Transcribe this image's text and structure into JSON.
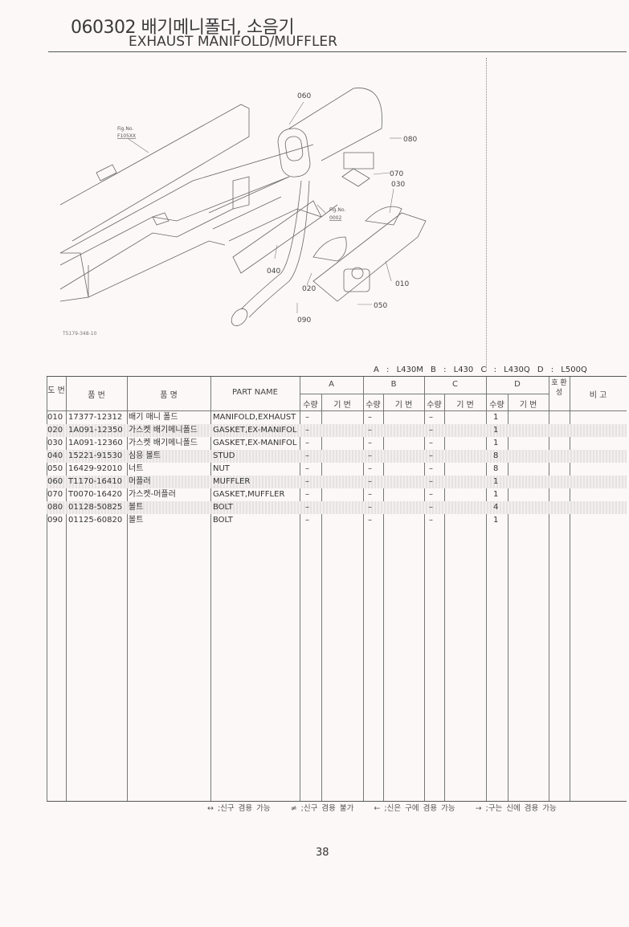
{
  "header": {
    "code_title": "060302 배기메니폴더, 소음기",
    "english_title": "EXHAUST MANIFOLD/MUFFLER"
  },
  "diagram": {
    "callouts": [
      "060",
      "080",
      "070",
      "030",
      "010",
      "050",
      "090",
      "020",
      "040"
    ],
    "fig_ref_1": {
      "label": "Fig.No.",
      "value": "F105XX"
    },
    "fig_ref_2": {
      "label": "Fig.No.",
      "value": "0002"
    },
    "figure_code": "T5179-348-10"
  },
  "models_legend": "A : L430M   B : L430   C : L430Q   D : L500Q",
  "table": {
    "headers": {
      "no": "도 번",
      "part_no": "품  번",
      "part_name_kr": "품     명",
      "part_name": "PART NAME",
      "groups": [
        "A",
        "B",
        "C",
        "D"
      ],
      "qty": "수량",
      "serial": "기 번",
      "interchange": "호 환 성",
      "remarks": "비  고"
    },
    "rows": [
      {
        "no": "010",
        "part_no": "17377-12312",
        "name_kr": "배기 매니 폴드",
        "name": "MANIFOLD,EXHAUST",
        "a": "–",
        "b": "–",
        "c": "–",
        "d": "1"
      },
      {
        "no": "020",
        "part_no": "1A091-12350",
        "name_kr": "가스켓 배기메니폴드",
        "name": "GASKET,EX-MANIFOL",
        "a": "–",
        "b": "–",
        "c": "–",
        "d": "1"
      },
      {
        "no": "030",
        "part_no": "1A091-12360",
        "name_kr": "가스켓 배기메니폴드",
        "name": "GASKET,EX-MANIFOL",
        "a": "–",
        "b": "–",
        "c": "–",
        "d": "1"
      },
      {
        "no": "040",
        "part_no": "15221-91530",
        "name_kr": "심응 볼트",
        "name": "STUD",
        "a": "–",
        "b": "–",
        "c": "–",
        "d": "8"
      },
      {
        "no": "050",
        "part_no": "16429-92010",
        "name_kr": "너트",
        "name": "NUT",
        "a": "–",
        "b": "–",
        "c": "–",
        "d": "8"
      },
      {
        "no": "060",
        "part_no": "T1170-16410",
        "name_kr": "머플러",
        "name": "MUFFLER",
        "a": "–",
        "b": "–",
        "c": "–",
        "d": "1"
      },
      {
        "no": "070",
        "part_no": "T0070-16420",
        "name_kr": "가스켓-머플러",
        "name": "GASKET,MUFFLER",
        "a": "–",
        "b": "–",
        "c": "–",
        "d": "1"
      },
      {
        "no": "080",
        "part_no": "01128-50825",
        "name_kr": "볼트",
        "name": "BOLT",
        "a": "–",
        "b": "–",
        "c": "–",
        "d": "4"
      },
      {
        "no": "090",
        "part_no": "01125-60820",
        "name_kr": "볼트",
        "name": "BOLT",
        "a": "–",
        "b": "–",
        "c": "–",
        "d": "1"
      }
    ]
  },
  "legend": [
    "↔ ;신구 겸용 가능",
    "≠ ;신구 겸용 불가",
    "← ;신은 구에 겸용 가능",
    "→ ;구는 신에 겸용 가능"
  ],
  "page_number": "38"
}
